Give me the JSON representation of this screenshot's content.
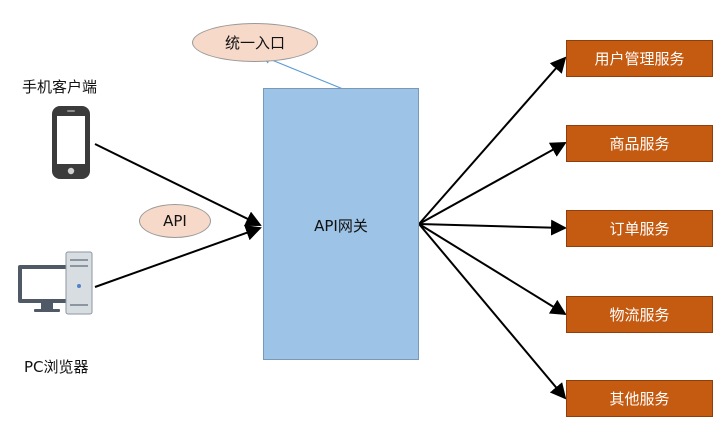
{
  "entry_label": "统一入口",
  "mobile_label": "手机客户端",
  "pc_label": "PC浏览器",
  "api_label": "API",
  "gateway_label": "API网关",
  "services": [
    "用户管理服务",
    "商品服务",
    "订单服务",
    "物流服务",
    "其他服务"
  ],
  "colors": {
    "gateway_fill": "#9dc3e6",
    "service_fill": "#c55a11",
    "ellipse_fill": "#f6d9c9",
    "arrow_main": "#000000",
    "arrow_entry": "#5b9bd5"
  }
}
